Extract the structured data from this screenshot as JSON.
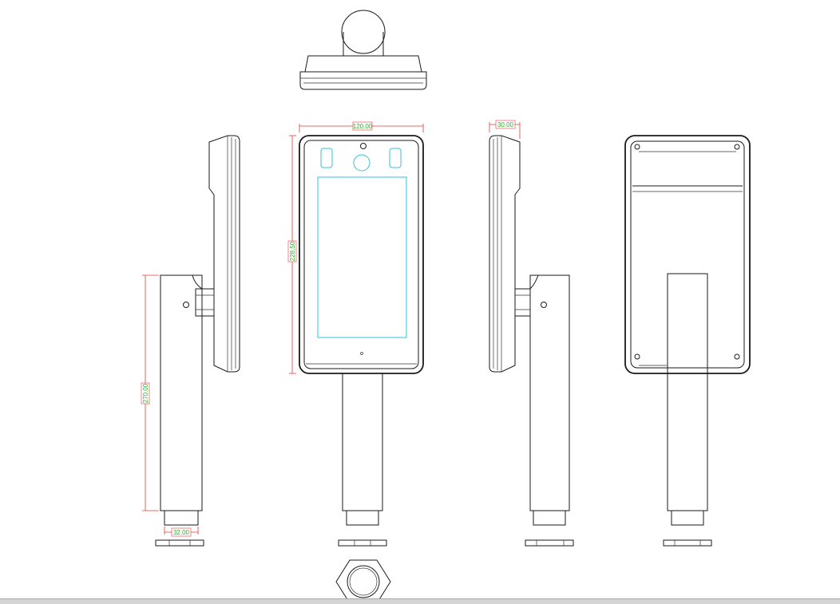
{
  "dimensions": {
    "front_width": "120.00",
    "front_height": "228.50",
    "side_depth": "30.00",
    "stand_height": "270.00",
    "stand_width": "32.00"
  },
  "colors": {
    "outline": "#1a1a1a",
    "dimension_line": "#e03a3a",
    "dimension_text": "#2fae2f",
    "screen": "#33c3d6"
  }
}
